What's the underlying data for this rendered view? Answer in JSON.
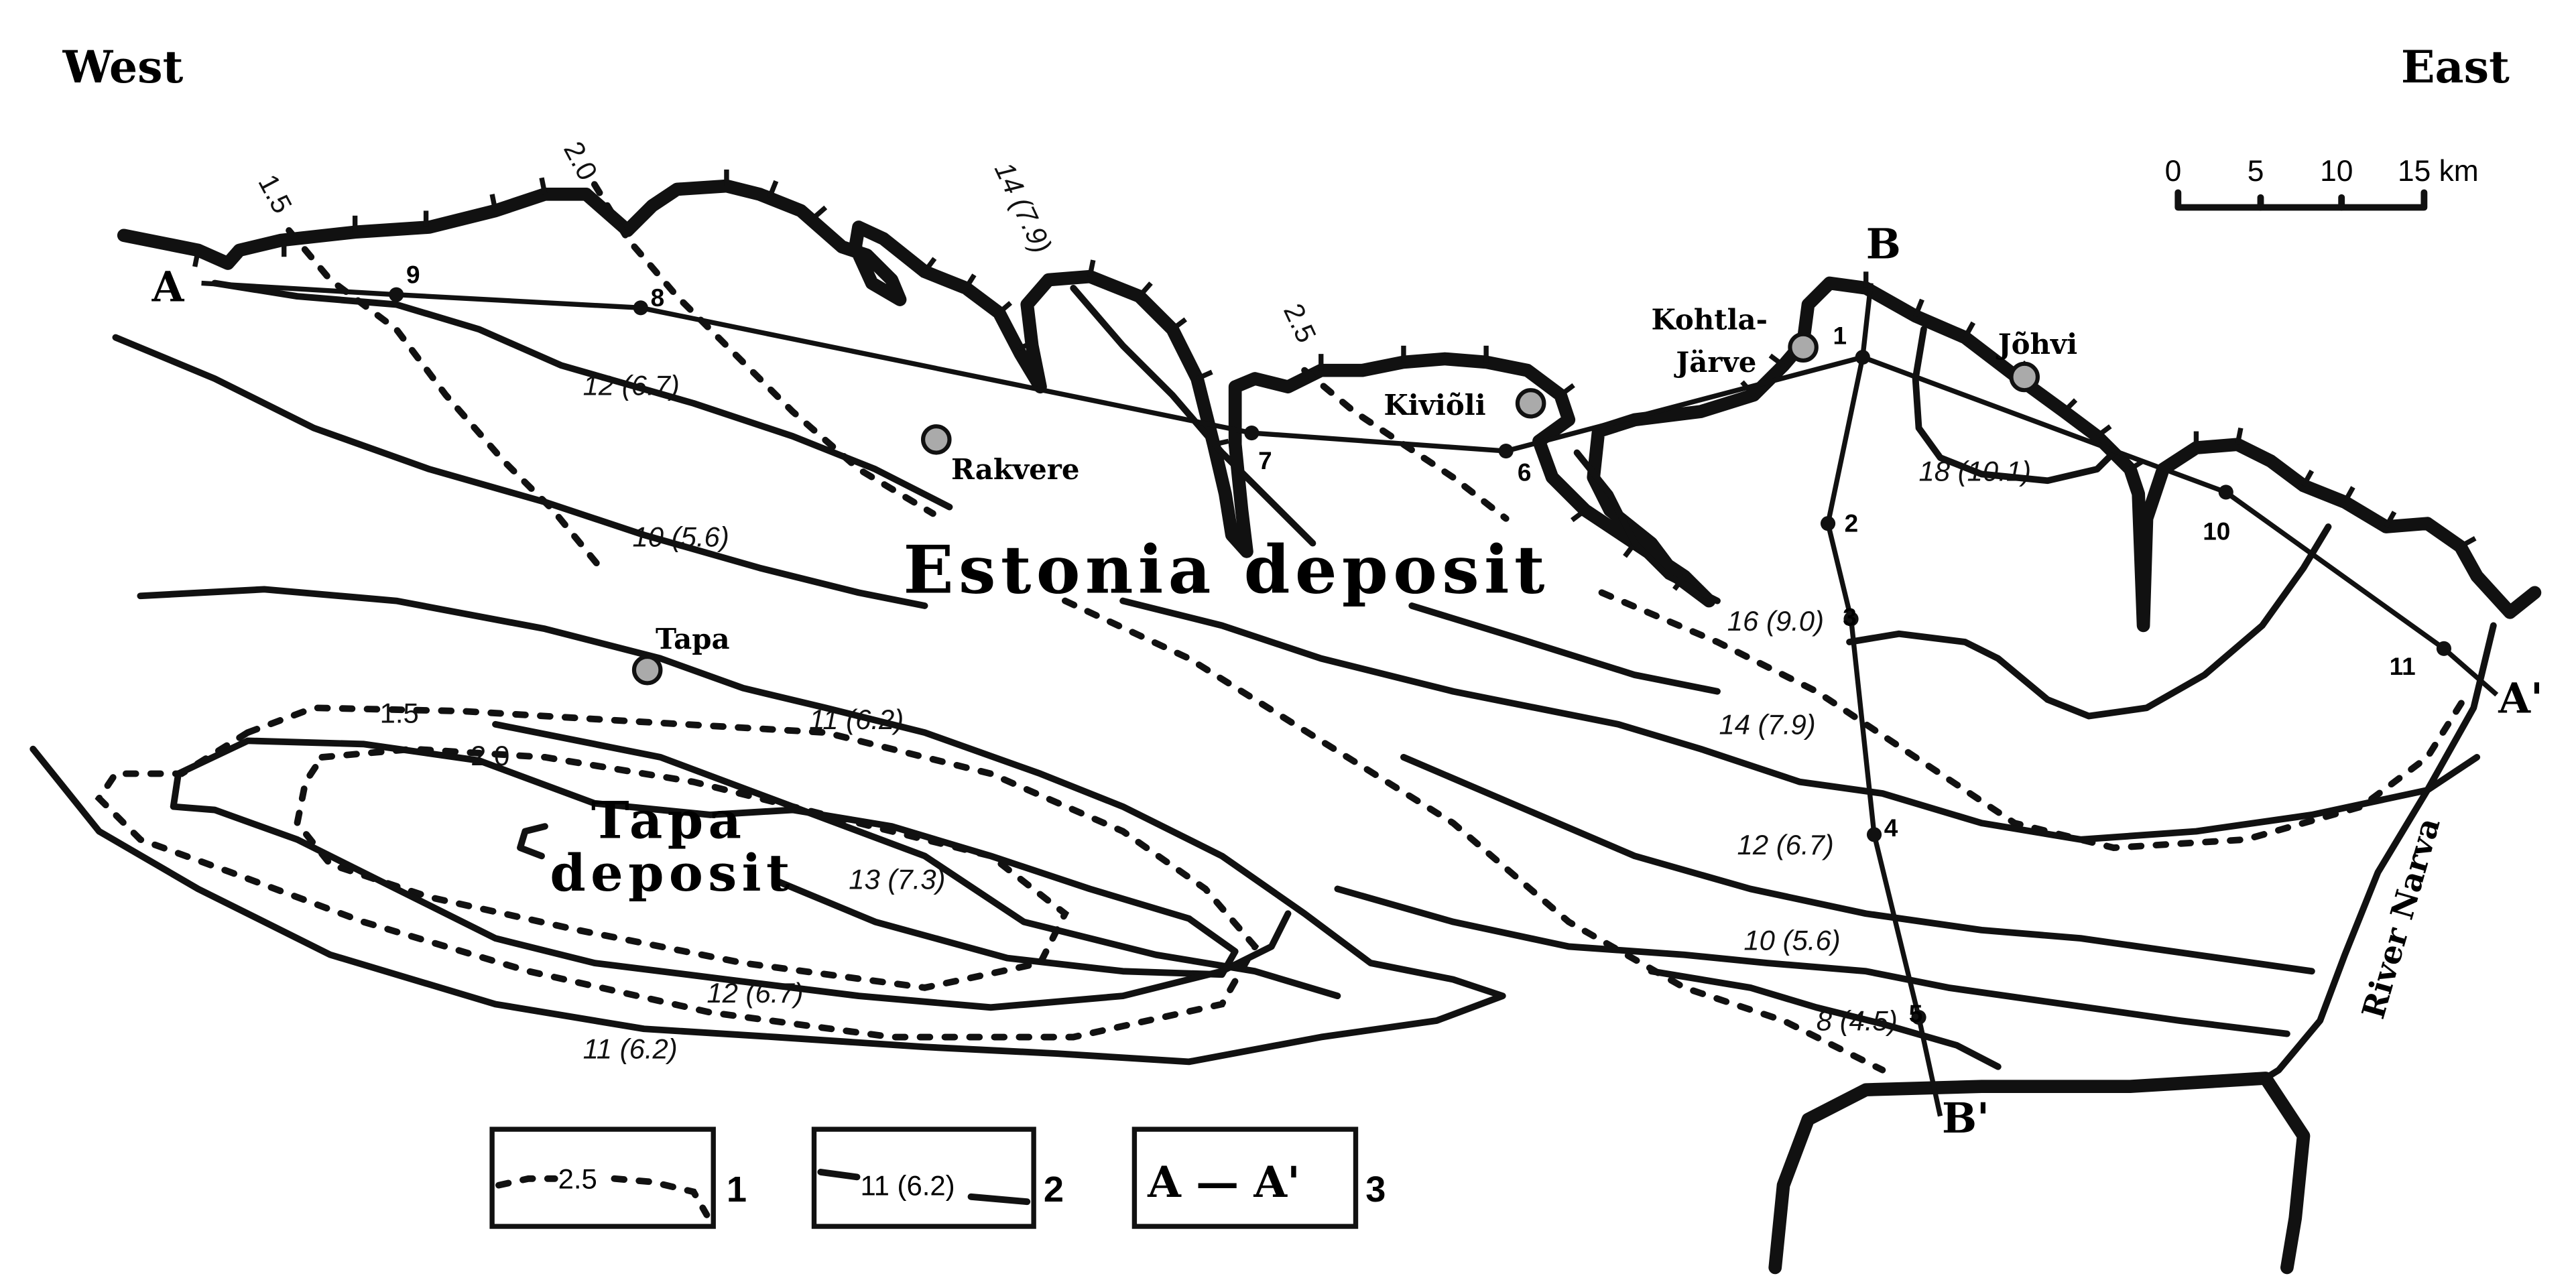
{
  "directions": {
    "west": "West",
    "east": "East"
  },
  "scale": {
    "ticks": [
      "0",
      "5",
      "10",
      "15 km"
    ]
  },
  "deposits": {
    "estonia": "Estonia deposit",
    "tapa_line1": "Tapa",
    "tapa_line2": "deposit"
  },
  "towns": {
    "rakvere": "Rakvere",
    "kiviõli": "Kiviõli",
    "kohtla_line1": "Kohtla-",
    "kohtla_line2": "Järve",
    "johvi": "Jõhvi",
    "tapa": "Tapa"
  },
  "profiles": {
    "a": "A",
    "a_prime": "A'",
    "b": "B",
    "b_prime": "B'"
  },
  "boreholes": [
    "1",
    "2",
    "3",
    "4",
    "5",
    "6",
    "7",
    "8",
    "9",
    "10",
    "11"
  ],
  "river": "River Narva",
  "isolines_dotted": [
    "1.5",
    "2.0",
    "2.5",
    "1.5",
    "2.0"
  ],
  "isolines_solid": [
    "12 (6.7)",
    "10 (5.6)",
    "14 (7.9)",
    "18 (10.1)",
    "16 (9.0)",
    "14 (7.9)",
    "12 (6.7)",
    "10 (5.6)",
    "8 (4.5)",
    "11 (6.2)",
    "13 (7.3)",
    "12 (6.7)",
    "11 (6.2)"
  ],
  "legend": {
    "item1": {
      "sample": "2.5",
      "number": "1"
    },
    "item2": {
      "sample": "11 (6.2)",
      "number": "2"
    },
    "item3": {
      "sample": "A — A'",
      "number": "3"
    }
  }
}
